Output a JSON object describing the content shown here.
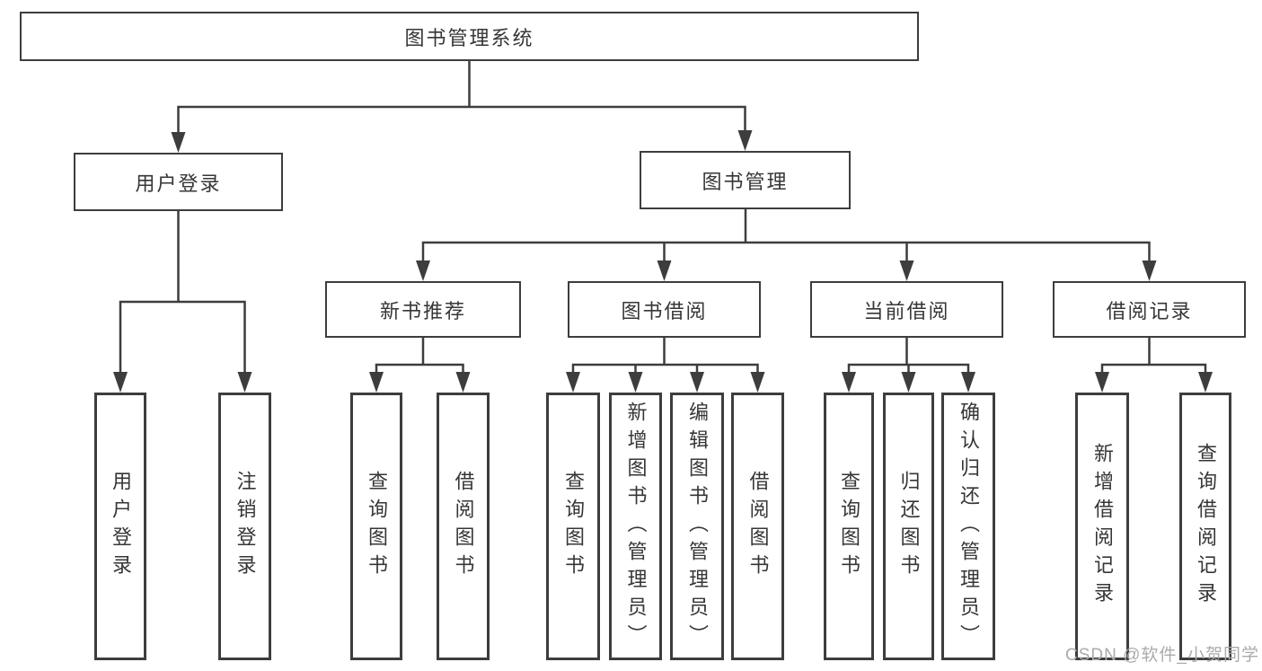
{
  "colors": {
    "line": "#3d3d3d",
    "text": "#363636",
    "background": "#ffffff",
    "watermark": "#a9abaf"
  },
  "nodes": {
    "system": "图书管理系统",
    "user_login": "用户登录",
    "book_management": "图书管理",
    "new_book_recommend": "新书推荐",
    "book_borrow": "图书借阅",
    "current_borrow": "当前借阅",
    "borrow_records": "借阅记录",
    "leaf_user_login": "用户登录",
    "leaf_logout": "注销登录",
    "leaf_query_books_recommend": "查询图书",
    "leaf_borrow_books_recommend": "借阅图书",
    "leaf_query_books_borrow": "查询图书",
    "leaf_add_book_admin": "新增图书（管理员）",
    "leaf_edit_book_admin": "编辑图书（管理员）",
    "leaf_borrow_books_borrow": "借阅图书",
    "leaf_query_books_current": "查询图书",
    "leaf_return_books": "归还图书",
    "leaf_confirm_return_admin": "确认归还（管理员）",
    "leaf_add_borrow_record": "新增借阅记录",
    "leaf_query_borrow_record": "查询借阅记录"
  },
  "watermark": {
    "text": "CSDN @软件_小贺同学"
  }
}
